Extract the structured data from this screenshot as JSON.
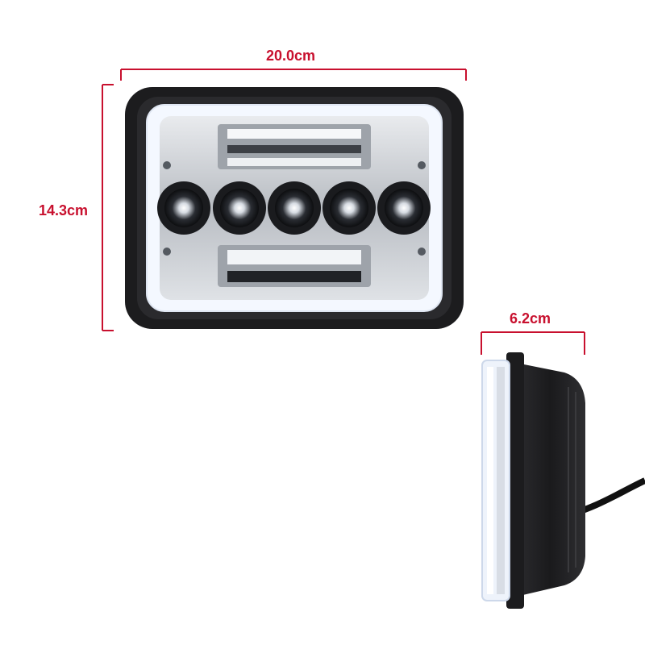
{
  "dimensions": {
    "width": "20.0cm",
    "height": "14.3cm",
    "depth": "6.2cm"
  },
  "colors": {
    "dimension": "#c8102e",
    "housing": "#1c1c1e",
    "halo": "#f4f8ff",
    "chrome": "#c9ccd1"
  },
  "icons": {
    "front": "headlight-front-view",
    "side": "headlight-side-view"
  }
}
